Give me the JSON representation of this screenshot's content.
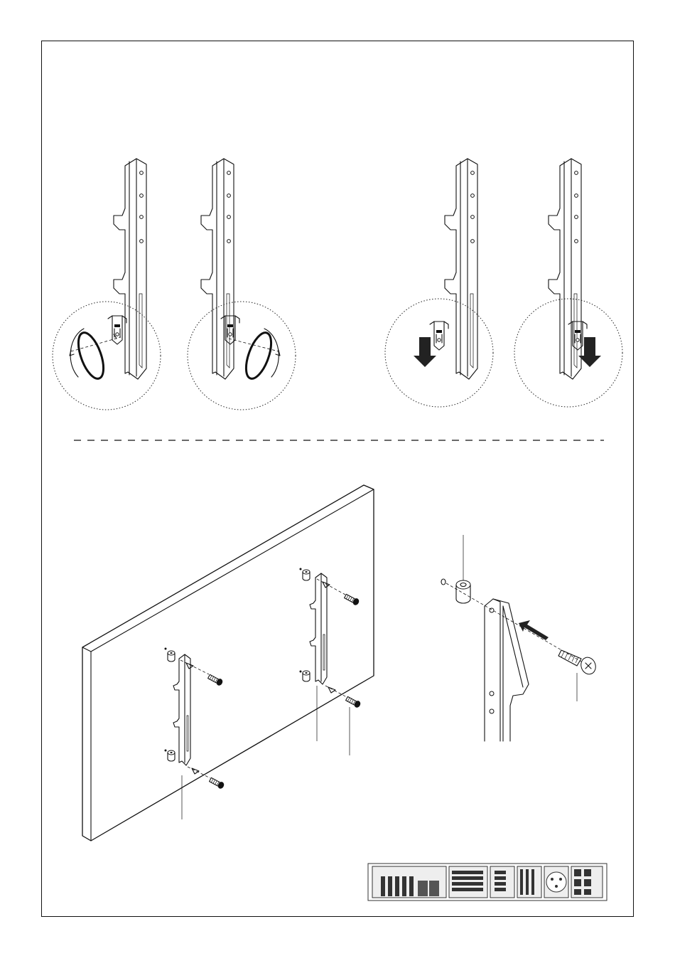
{
  "document": {
    "type": "assembly-instructions",
    "colors": {
      "line": "#111111",
      "background": "#ffffff",
      "parts_dark": "#222222"
    }
  },
  "top_section": {
    "steps": [
      {
        "id": "bracket-1",
        "action": "rotate-counterclockwise",
        "icon": "rotate-icon"
      },
      {
        "id": "bracket-2",
        "action": "rotate-clockwise",
        "icon": "rotate-icon"
      },
      {
        "id": "bracket-3",
        "action": "slide-down",
        "icon": "down-arrow-icon"
      },
      {
        "id": "bracket-4",
        "action": "slide-down",
        "icon": "down-arrow-icon"
      }
    ]
  },
  "bottom_section": {
    "main_view": {
      "brackets": 2,
      "screws_per_bracket": 2,
      "spacers_per_bracket": 2
    },
    "detail_view": {
      "parts": [
        "washer",
        "spacer",
        "bracket",
        "screw"
      ]
    }
  },
  "parts_kit": {
    "icons": [
      "screw-set-icon",
      "bolt-set-icon",
      "spacer-set-icon",
      "bracket-set-icon",
      "washer-icon",
      "nut-set-icon"
    ]
  }
}
